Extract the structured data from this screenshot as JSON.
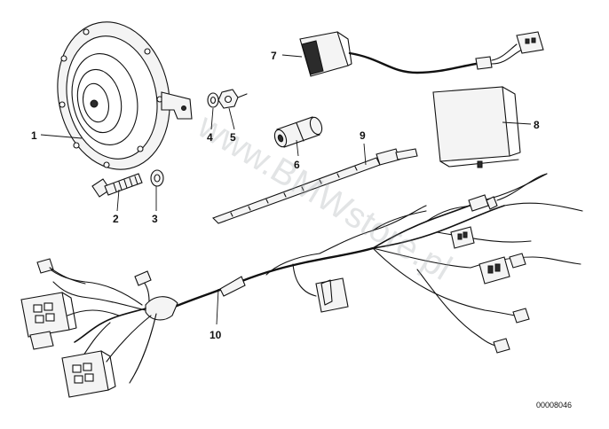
{
  "diagram": {
    "callouts": [
      "1",
      "2",
      "3",
      "4",
      "5",
      "6",
      "7",
      "8",
      "9",
      "10"
    ],
    "reference_number": "00008046",
    "watermark": "www.BMWstore.pl"
  }
}
